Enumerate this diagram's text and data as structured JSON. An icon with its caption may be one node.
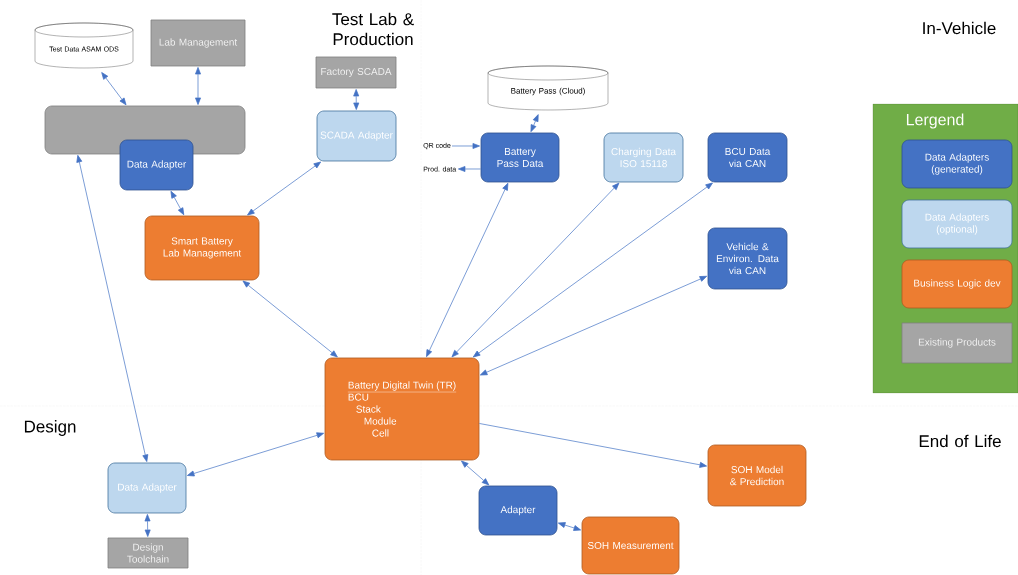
{
  "diagram": {
    "nodes": [
      {
        "text": [
          "Test Data ASAM ODS"
        ]
      },
      {
        "text": [
          "Lab Management"
        ]
      },
      {
        "text": [],
        "shape": "box"
      },
      {
        "text": [
          "Data Adapter"
        ]
      },
      {
        "text": [
          "Factory SCADA"
        ]
      },
      {
        "text": [
          "SCADA Adapter"
        ]
      },
      {
        "text": [
          "Smart Battery Lab Management"
        ]
      },
      {
        "text": [
          "Battery Pass (Cloud)"
        ]
      },
      {
        "text": [
          "Battery Pass Data"
        ]
      },
      {
        "text": [
          "QR code"
        ]
      },
      {
        "text": [
          "Prod. data"
        ]
      },
      {
        "text": [
          "Charging Data ISO 15118"
        ]
      },
      {
        "text": [
          "BCU Data via CAN"
        ]
      },
      {
        "text": [
          "Vehicle & Environ. Data via CAN"
        ]
      },
      {
        "text": [
          "Battery Digital Twin (TR)",
          "BCU",
          "Stack",
          "Module",
          "Cell"
        ]
      },
      {
        "text": [
          "Data Adapter"
        ]
      },
      {
        "text": [
          "Design Toolchain"
        ]
      },
      {
        "text": [
          "Adapter"
        ]
      },
      {
        "text": [
          "SOH Measurement"
        ]
      },
      {
        "text": [
          "SOH Model & Prediction"
        ]
      }
    ],
    "edges": [
      {
        "from": 0,
        "to": 2,
        "arrow": "both"
      },
      {
        "from": 1,
        "to": 2,
        "arrow": "both"
      },
      {
        "from": 4,
        "to": 5,
        "arrow": "both"
      },
      {
        "from": 3,
        "to": 6,
        "arrow": "both"
      },
      {
        "from": 5,
        "to": 6,
        "arrow": "both"
      },
      {
        "from": 2,
        "to": 15,
        "arrow": "both"
      },
      {
        "from": 6,
        "to": 14,
        "arrow": "both"
      },
      {
        "from": 7,
        "to": 8,
        "arrow": "both"
      },
      {
        "from": 9,
        "to": 8,
        "arrow": "to"
      },
      {
        "from": 8,
        "to": 10,
        "arrow": "to"
      },
      {
        "from": 8,
        "to": 14,
        "arrow": "both"
      },
      {
        "from": 11,
        "to": 14,
        "arrow": "both"
      },
      {
        "from": 12,
        "to": 14,
        "arrow": "both"
      },
      {
        "from": 13,
        "to": 14,
        "arrow": "both"
      },
      {
        "from": 15,
        "to": 14,
        "arrow": "both"
      },
      {
        "from": 14,
        "to": 19,
        "arrow": "to"
      },
      {
        "from": 14,
        "to": 17,
        "arrow": "both"
      },
      {
        "from": 17,
        "to": 18,
        "arrow": "both"
      },
      {
        "from": 15,
        "to": 16,
        "arrow": "both"
      }
    ],
    "labels": [
      "Test Lab & Production",
      "In-Vehicle",
      "Lergend",
      "Design",
      "End of Life"
    ],
    "legend": [
      {
        "text": "Data Adapters (generated)",
        "color": "#4472c4"
      },
      {
        "text": "Data Adapters (optional)",
        "color": "#bdd7ee"
      },
      {
        "text": "Business Logic dev",
        "color": "#ed7d31"
      },
      {
        "text": "Existing Products",
        "color": "#a5a5a5"
      }
    ]
  }
}
